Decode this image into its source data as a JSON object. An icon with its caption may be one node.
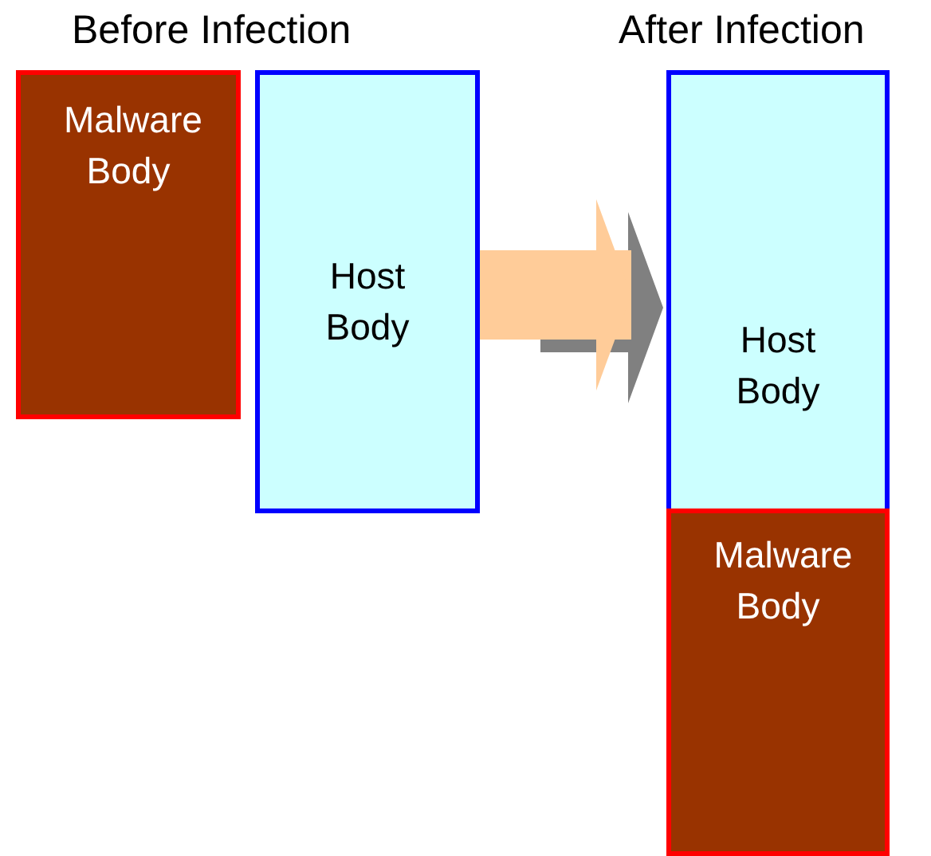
{
  "diagram": {
    "nodes": [
      {
        "text": [
          "Malware Body"
        ]
      },
      {
        "text": [
          "Host Body"
        ]
      },
      {
        "text": [
          "Host Body"
        ]
      },
      {
        "text": [
          "Malware Body"
        ]
      }
    ],
    "edges": [
      {
        "from": 1,
        "to": 2,
        "arrow": "to"
      }
    ],
    "labels": [
      "Before Infection",
      "After Infection"
    ]
  }
}
